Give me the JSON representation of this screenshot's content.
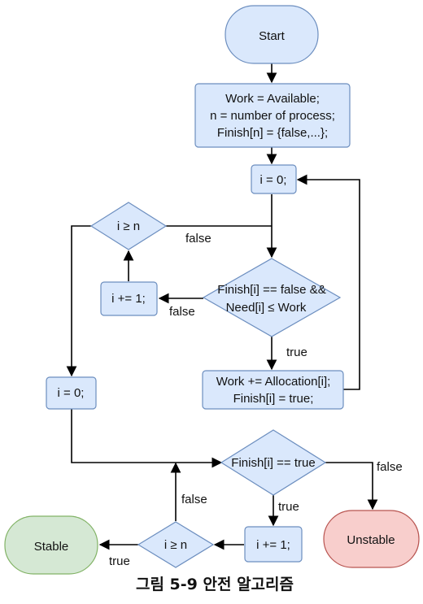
{
  "caption": "그림 5-9 안전 알고리즘",
  "colors": {
    "process_fill": "#dae8fc",
    "process_stroke": "#6c8ebf",
    "stable_fill": "#d5e8d4",
    "stable_stroke": "#82b366",
    "unstable_fill": "#f8cecc",
    "unstable_stroke": "#b85450",
    "edge": "#000000"
  },
  "nodes": {
    "start": "Start",
    "init": [
      "Work = Available;",
      "n = number of process;",
      "Finish[n] = {false,...};"
    ],
    "i_zero_top": "i = 0;",
    "cond_finish_need": [
      "Finish[i] == false &&",
      "Need[i] ≤ Work"
    ],
    "update_work": [
      "Work += Allocation[i];",
      "Finish[i] = true;"
    ],
    "increment_top": "i += 1;",
    "cond_i_ge_n_top": "i ≥ n",
    "i_zero_left": "i = 0;",
    "cond_finish_true": "Finish[i] == true",
    "increment_bottom": "i += 1;",
    "cond_i_ge_n_bottom": "i ≥ n",
    "stable": "Stable",
    "unstable": "Unstable"
  },
  "edge_labels": {
    "top_i_ge_n_false": "false",
    "finish_need_false": "false",
    "finish_need_true": "true",
    "finish_true_false": "false",
    "finish_true_true": "true",
    "bottom_i_ge_n_false": "false",
    "bottom_i_ge_n_true": "true"
  }
}
